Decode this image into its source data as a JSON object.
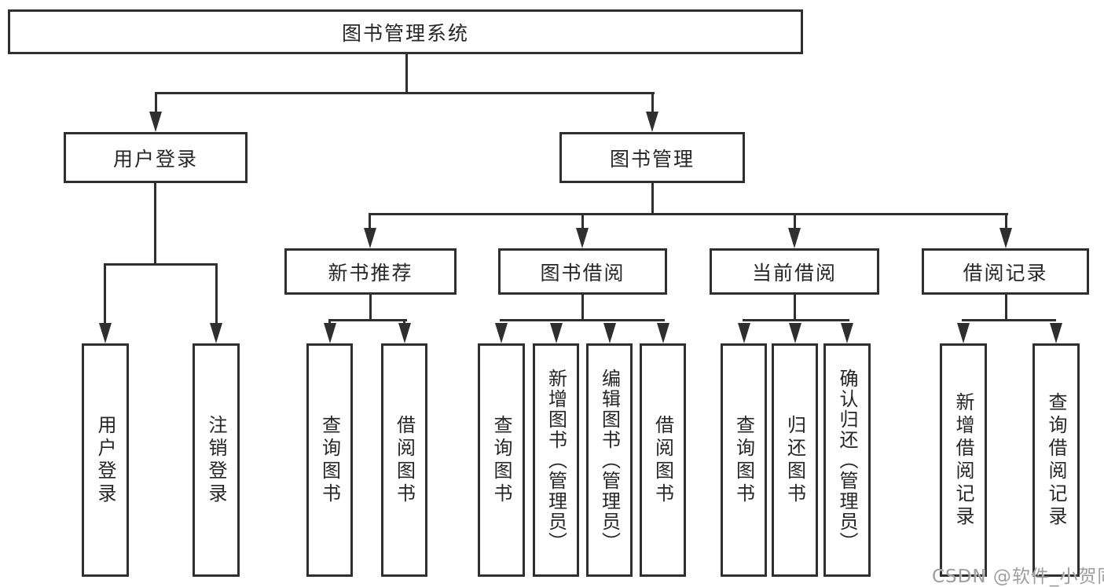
{
  "colors": {
    "line": "#2f2f2f",
    "text": "#262626",
    "bg": "#ffffff",
    "watermark": "#9e9e9e"
  },
  "watermark": {
    "text": "CSDN @软件_小贺同学"
  },
  "tree": {
    "root": {
      "label": "图书管理系统",
      "children": [
        {
          "label": "用户登录",
          "children": [
            {
              "label": "用户登录"
            },
            {
              "label": "注销登录"
            }
          ]
        },
        {
          "label": "图书管理",
          "children": [
            {
              "label": "新书推荐",
              "children": [
                {
                  "label": "查询图书"
                },
                {
                  "label": "借阅图书"
                }
              ]
            },
            {
              "label": "图书借阅",
              "children": [
                {
                  "label": "查询图书"
                },
                {
                  "label": "新增图书（管理员）"
                },
                {
                  "label": "编辑图书（管理员）"
                },
                {
                  "label": "借阅图书"
                }
              ]
            },
            {
              "label": "当前借阅",
              "children": [
                {
                  "label": "查询图书"
                },
                {
                  "label": "归还图书"
                },
                {
                  "label": "确认归还（管理员）"
                }
              ]
            },
            {
              "label": "借阅记录",
              "children": [
                {
                  "label": "新增借阅记录"
                },
                {
                  "label": "查询借阅记录"
                }
              ]
            }
          ]
        }
      ]
    }
  }
}
